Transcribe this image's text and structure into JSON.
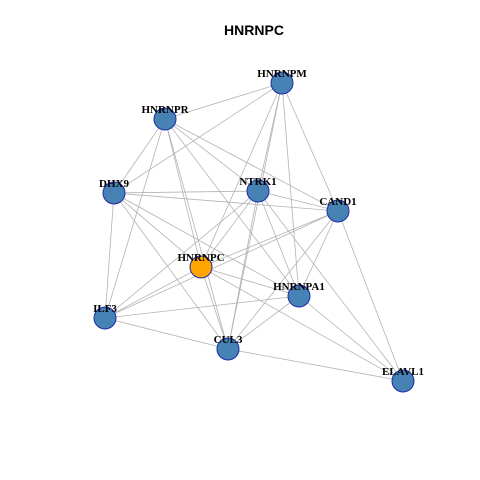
{
  "title": "HNRNPC",
  "colors": {
    "node_default": "#4682b4",
    "node_highlight": "#ffa500",
    "node_border": "#1e2aa8",
    "edge": "#b3b3b3",
    "background": "#ffffff"
  },
  "nodes": [
    {
      "id": "HNRNPM",
      "label": "HNRNPM",
      "highlight": false
    },
    {
      "id": "HNRNPR",
      "label": "HNRNPR",
      "highlight": false
    },
    {
      "id": "NTRK1",
      "label": "NTRK1",
      "highlight": false
    },
    {
      "id": "DHX9",
      "label": "DHX9",
      "highlight": false
    },
    {
      "id": "CAND1",
      "label": "CAND1",
      "highlight": false
    },
    {
      "id": "HNRNPC",
      "label": "HNRNPC",
      "highlight": true
    },
    {
      "id": "HNRNPA1",
      "label": "HNRNPA1",
      "highlight": false
    },
    {
      "id": "ILF3",
      "label": "ILF3",
      "highlight": false
    },
    {
      "id": "CUL3",
      "label": "CUL3",
      "highlight": false
    },
    {
      "id": "ELAVL1",
      "label": "ELAVL1",
      "highlight": false
    }
  ],
  "edges": [
    [
      "HNRNPM",
      "HNRNPR"
    ],
    [
      "HNRNPM",
      "DHX9"
    ],
    [
      "HNRNPM",
      "NTRK1"
    ],
    [
      "HNRNPM",
      "CAND1"
    ],
    [
      "HNRNPM",
      "HNRNPC"
    ],
    [
      "HNRNPM",
      "HNRNPA1"
    ],
    [
      "HNRNPM",
      "CUL3"
    ],
    [
      "HNRNPR",
      "DHX9"
    ],
    [
      "HNRNPR",
      "NTRK1"
    ],
    [
      "HNRNPR",
      "CAND1"
    ],
    [
      "HNRNPR",
      "HNRNPC"
    ],
    [
      "HNRNPR",
      "HNRNPA1"
    ],
    [
      "HNRNPR",
      "ILF3"
    ],
    [
      "HNRNPR",
      "CUL3"
    ],
    [
      "DHX9",
      "NTRK1"
    ],
    [
      "DHX9",
      "CAND1"
    ],
    [
      "DHX9",
      "HNRNPC"
    ],
    [
      "DHX9",
      "HNRNPA1"
    ],
    [
      "DHX9",
      "ILF3"
    ],
    [
      "DHX9",
      "CUL3"
    ],
    [
      "NTRK1",
      "CAND1"
    ],
    [
      "NTRK1",
      "HNRNPC"
    ],
    [
      "NTRK1",
      "HNRNPA1"
    ],
    [
      "NTRK1",
      "ILF3"
    ],
    [
      "NTRK1",
      "CUL3"
    ],
    [
      "NTRK1",
      "ELAVL1"
    ],
    [
      "CAND1",
      "HNRNPC"
    ],
    [
      "CAND1",
      "HNRNPA1"
    ],
    [
      "CAND1",
      "ILF3"
    ],
    [
      "CAND1",
      "CUL3"
    ],
    [
      "CAND1",
      "ELAVL1"
    ],
    [
      "HNRNPC",
      "HNRNPA1"
    ],
    [
      "HNRNPC",
      "ILF3"
    ],
    [
      "HNRNPC",
      "CUL3"
    ],
    [
      "HNRNPC",
      "ELAVL1"
    ],
    [
      "HNRNPA1",
      "ILF3"
    ],
    [
      "HNRNPA1",
      "CUL3"
    ],
    [
      "HNRNPA1",
      "ELAVL1"
    ],
    [
      "ILF3",
      "CUL3"
    ],
    [
      "CUL3",
      "ELAVL1"
    ]
  ]
}
